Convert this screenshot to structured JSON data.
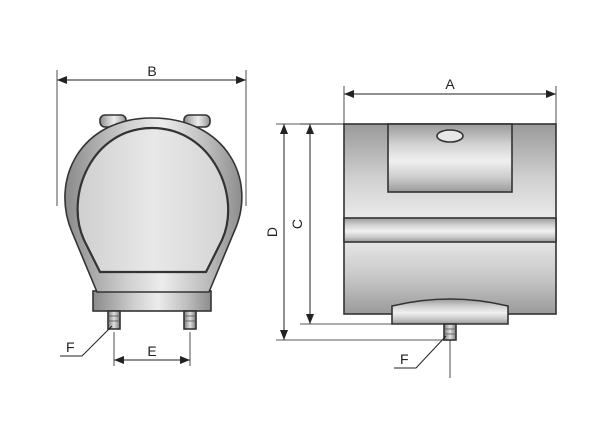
{
  "dimensions": {
    "a": "A",
    "b": "B",
    "c": "C",
    "d": "D",
    "e": "E",
    "f_front": "F",
    "f_side": "F"
  },
  "colors": {
    "line": "#222222",
    "body_dark": "#8c8c8c",
    "body_light": "#e6e6e6",
    "face": "#d9d9d9"
  }
}
